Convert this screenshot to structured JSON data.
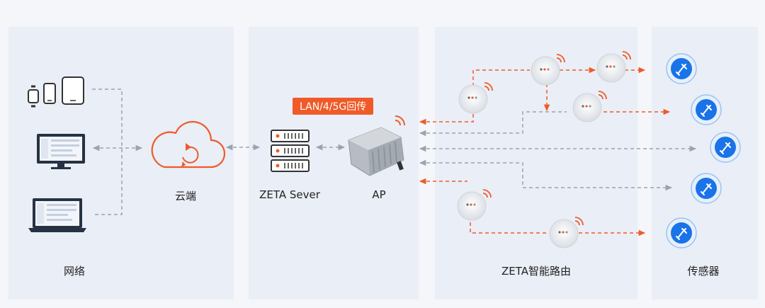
{
  "labels": {
    "network": "网络",
    "cloud": "云端",
    "server": "ZETA Sever",
    "ap": "AP",
    "router": "ZETA智能路由",
    "sensor": "传感器"
  },
  "backhaul_tag": "LAN/4/5G回传",
  "colors": {
    "accent": "#f05a28",
    "sensor_blue": "#1a73e8",
    "arrow_gray": "#9aa3b0",
    "panel_bg": "#eaeef6"
  },
  "icons": [
    "smartwatch-icon",
    "phone-icon",
    "tablet-icon",
    "monitor-icon",
    "laptop-icon",
    "cloud-icon",
    "server-icon",
    "ap-device-icon",
    "router-node-icon",
    "wifi-icon",
    "sensor-icon"
  ]
}
